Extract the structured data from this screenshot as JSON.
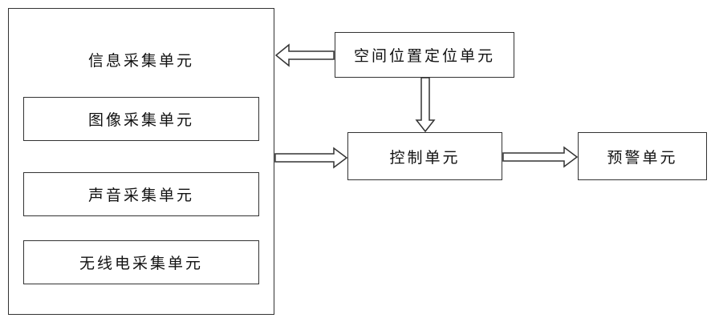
{
  "diagram": {
    "info_collection_unit": {
      "label": "信息采集单元",
      "sub_units": [
        {
          "label": "图像采集单元"
        },
        {
          "label": "声音采集单元"
        },
        {
          "label": "无线电采集单元"
        }
      ]
    },
    "spatial_positioning_unit": {
      "label": "空间位置定位单元"
    },
    "control_unit": {
      "label": "控制单元"
    },
    "warning_unit": {
      "label": "预警单元"
    }
  }
}
